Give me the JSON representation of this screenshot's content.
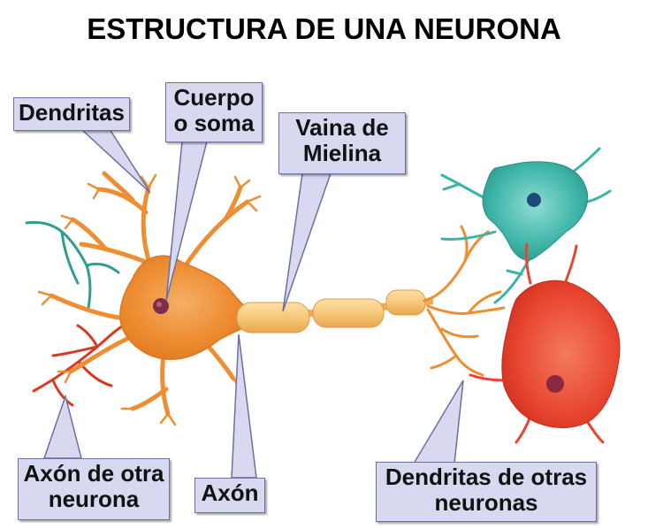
{
  "title": "ESTRUCTURA DE UNA NEURONA",
  "labels": {
    "dendritas": "Dendritas",
    "cuerpo_soma": "Cuerpo\no soma",
    "vaina_mielina": "Vaina de\nMielina",
    "axon_otra_neurona": "Axón de otra\nneurona",
    "axon": "Axón",
    "dendritas_otras": "Dendritas de otras\nneuronas"
  },
  "colors": {
    "main_neuron": "#f39a3c",
    "myelin": "#f6c77a",
    "teal_neuron": "#3bb3a6",
    "red_neuron": "#e8452f",
    "label_fill": "#d6d9ef",
    "label_border": "#6d6fa0"
  }
}
